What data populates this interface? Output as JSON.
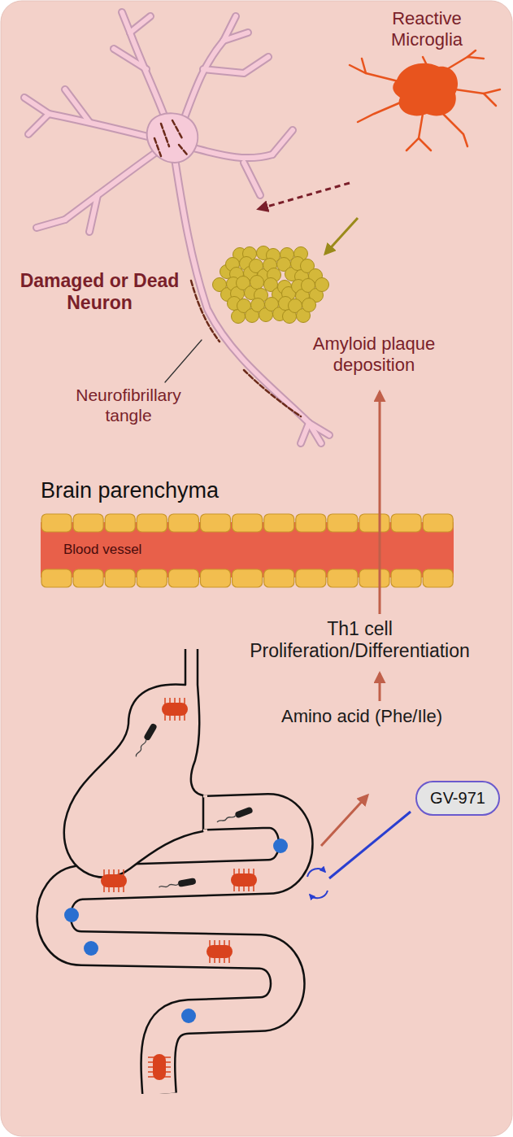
{
  "diagram": {
    "nodes": [
      {
        "text": [
          "Blood vessel"
        ]
      },
      {
        "text": [
          "GV-971"
        ]
      }
    ],
    "labels": [
      "Reactive Microglia",
      "Damaged or Dead Neuron",
      "Neurofibrillary tangle",
      "Amyloid plaque deposition",
      "Brain parenchyma",
      "Th1 cell Proliferation/Differentiation",
      "Amino acid (Phe/Ile)"
    ]
  }
}
